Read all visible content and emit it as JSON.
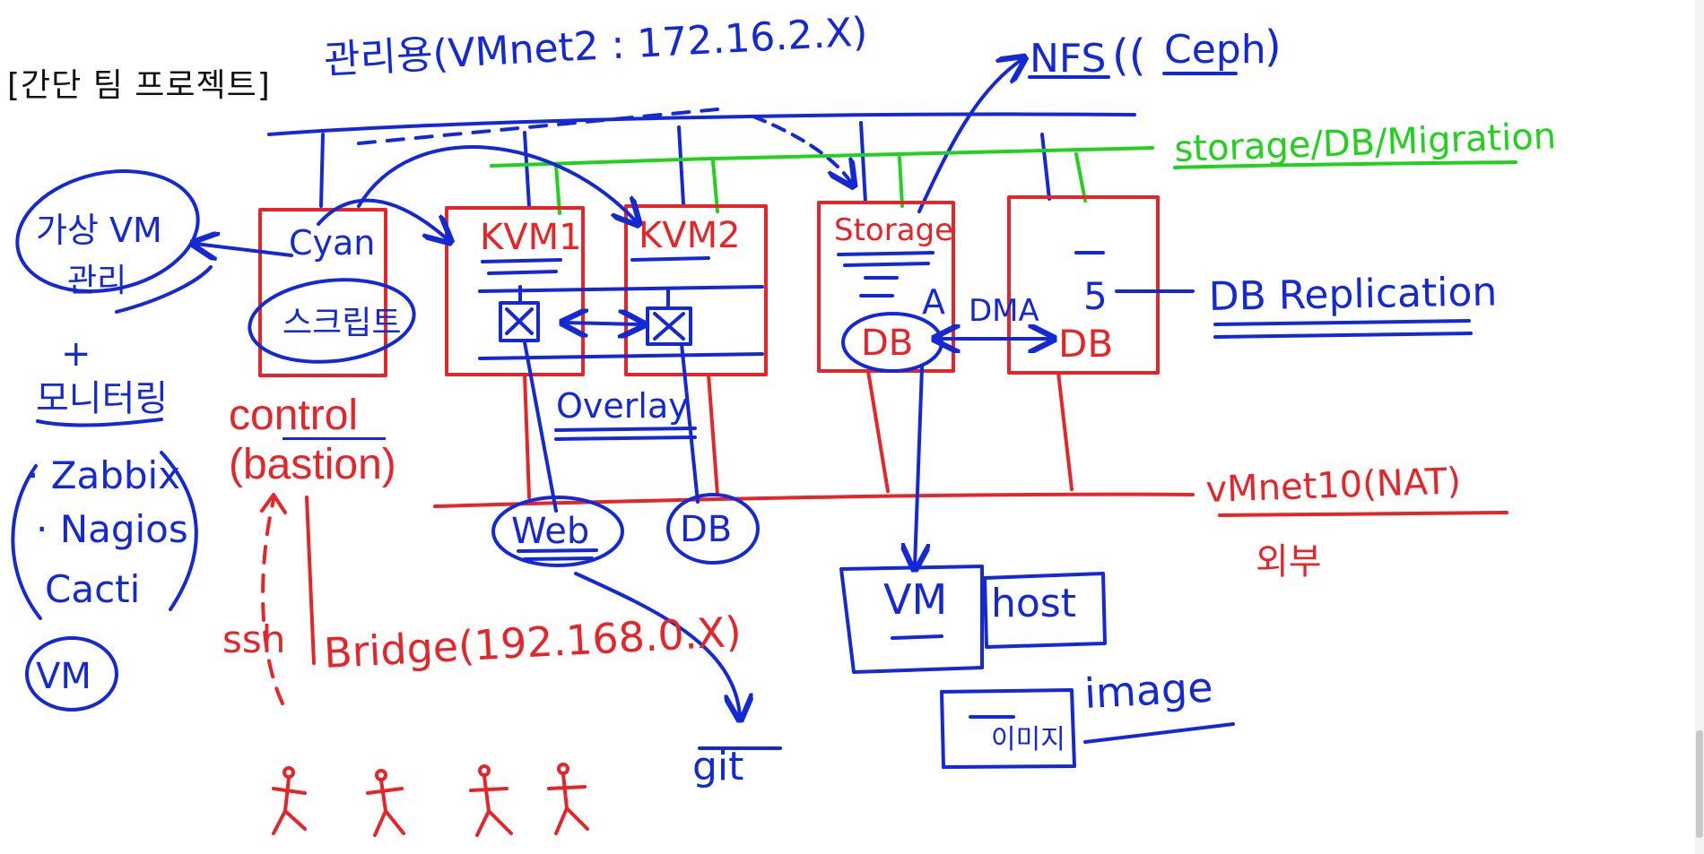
{
  "title": "[간단 팀 프로젝트]",
  "colors": {
    "blue": "#1528d6",
    "red": "#e4252a",
    "green": "#22d11e",
    "text": "#111111"
  },
  "networks": {
    "management": "관리용(VMnet2 : 172.16.2.X)",
    "nfs": "NFS",
    "ceph": "Ceph",
    "storage": "storage/DB/Migration",
    "external": "vMnet10(NAT)",
    "external_sub": "외부",
    "bridge": "Bridge(192.168.0.X)",
    "ssh": "ssh",
    "overlay": "Overlay"
  },
  "boxes": {
    "cyan": "Cyan",
    "script": "스크립트",
    "kvm1": "KVM1",
    "kvm2": "KVM2",
    "storage": "Storage",
    "box5": "5",
    "db": "DB",
    "db2": "DB",
    "dma": "DMA",
    "a": "A"
  },
  "control": {
    "line1": "control",
    "line2": "(bastion)"
  },
  "left_notes": {
    "vm_manage_1": "가상 VM",
    "vm_manage_2": "관리",
    "plus": "+",
    "monitoring": "모니터링",
    "tools": [
      "· Zabbix",
      "· Nagios",
      "Cacti"
    ],
    "vm": "VM"
  },
  "services": {
    "web": "Web",
    "db": "DB",
    "git": "git"
  },
  "storage_items": {
    "vm": "VM",
    "host": "host",
    "image_box": "이미지",
    "image": "image"
  },
  "db_replication": "DB Replication"
}
